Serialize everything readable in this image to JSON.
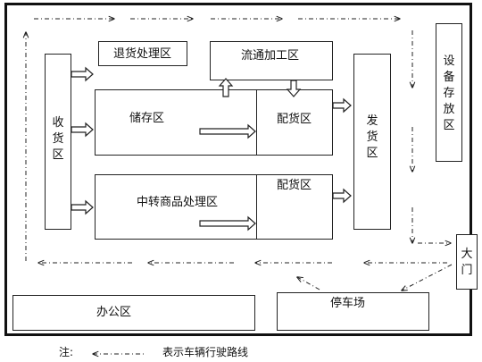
{
  "zones": {
    "receiving": "收货区",
    "returns": "退货处理区",
    "processing": "流通加工区",
    "storage": "储存区",
    "distribution_top": "配货区",
    "transfer": "中转商品处理区",
    "distribution_bottom": "配货区",
    "shipping": "发货区",
    "equipment": "设备存放区",
    "gate": "大门",
    "office": "办公区",
    "parking": "停车场"
  },
  "legend": {
    "prefix": "注:",
    "description": "表示车辆行驶路线"
  },
  "colors": {
    "line": "#222222",
    "background": "#ffffff"
  }
}
